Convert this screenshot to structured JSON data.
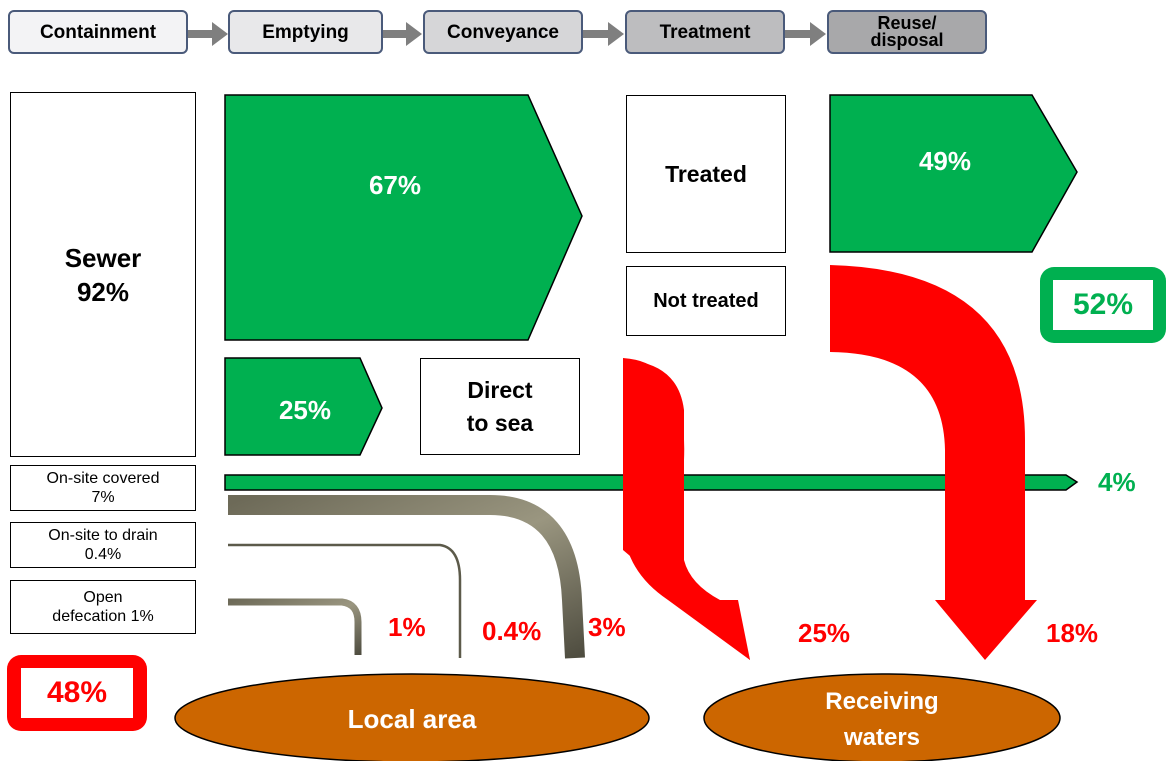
{
  "chain": {
    "steps": [
      "Containment",
      "Emptying",
      "Conveyance",
      "Treatment",
      "Reuse/\ndisposal"
    ]
  },
  "containment": {
    "sewer": "Sewer\n92%",
    "onsite_covered": "On-site  covered\n7%",
    "onsite_drain": "On-site to drain\n0.4%",
    "open_defecation": "Open\ndefecation 1%"
  },
  "flows": {
    "sewer_conveyed": "67%",
    "sewer_direct": "25%",
    "treated_reuse": "49%",
    "onsite_thin": "4%"
  },
  "boxes": {
    "direct_to_sea": "Direct\nto sea",
    "treated": "Treated",
    "not_treated": "Not treated"
  },
  "losses": {
    "open_defecation": "1%",
    "onsite_drain": "0.4%",
    "onsite_covered": "3%",
    "direct_sea": "25%",
    "not_treated": "18%"
  },
  "totals": {
    "safe": "52%",
    "unsafe": "48%"
  },
  "destinations": {
    "local_area": "Local area",
    "receiving_waters": "Receiving\nwaters"
  },
  "colors": {
    "safe_green": "#00b050",
    "unsafe_red": "#ff0000",
    "destination_brown": "#cc6600",
    "chain_gray": "#e8e8ea",
    "arrow_gray": "#7f7f7f"
  }
}
